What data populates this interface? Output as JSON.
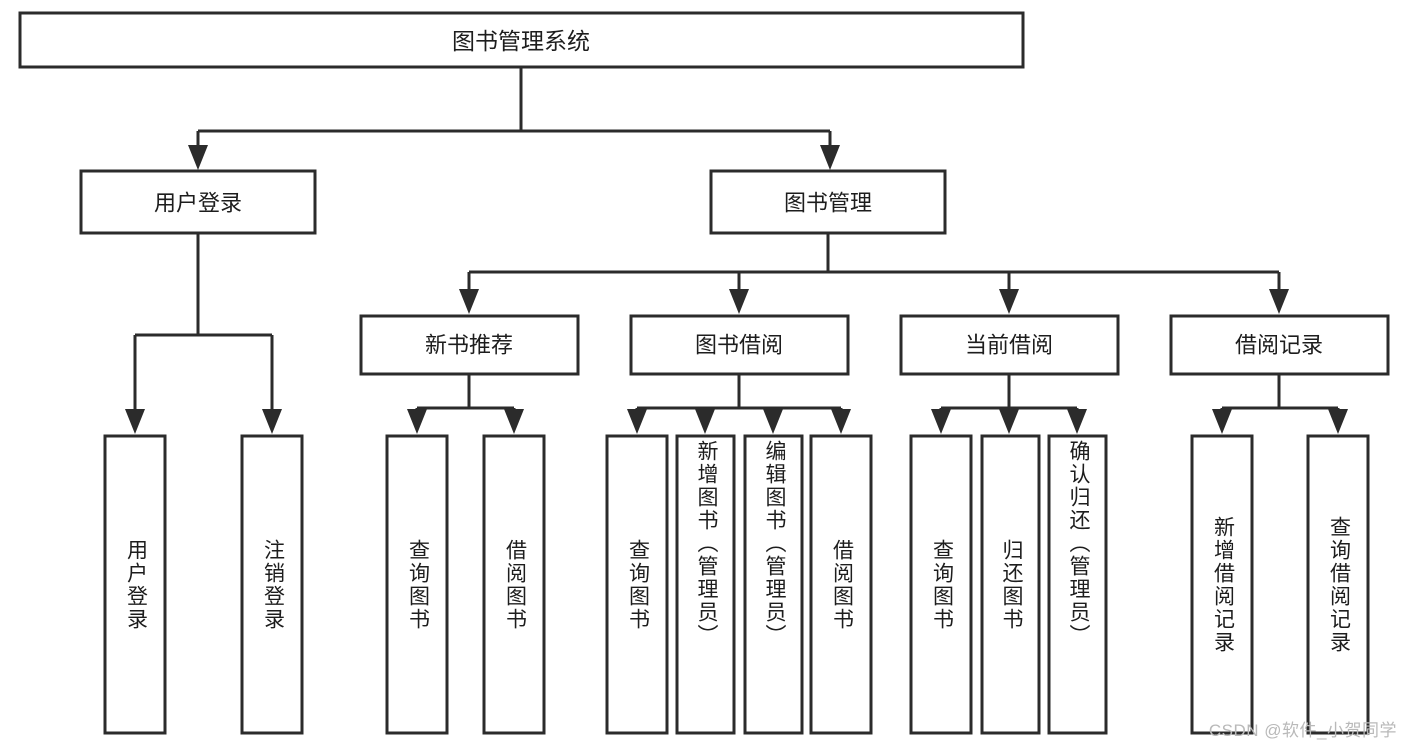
{
  "diagram": {
    "title": "图书管理系统",
    "type": "tree-hierarchy",
    "watermark": "CSDN @软件_小贺同学",
    "colors": {
      "stroke": "#2b2b2b",
      "fill": "#ffffff",
      "text": "#1d1d1d",
      "watermark": "#b9b9b9",
      "background": "#ffffff"
    },
    "levels": {
      "root": {
        "label": "图书管理系统"
      },
      "level2": [
        {
          "label": "用户登录"
        },
        {
          "label": "图书管理"
        }
      ],
      "level3": [
        {
          "label": "新书推荐"
        },
        {
          "label": "图书借阅"
        },
        {
          "label": "当前借阅"
        },
        {
          "label": "借阅记录"
        }
      ],
      "leaves": {
        "user_login": [
          {
            "label": "用户登录"
          },
          {
            "label": "注销登录"
          }
        ],
        "new_book_recommend": [
          {
            "label": "查询图书"
          },
          {
            "label": "借阅图书"
          }
        ],
        "book_borrow": [
          {
            "label": "查询图书"
          },
          {
            "label": "新增图书（管理员）"
          },
          {
            "label": "编辑图书（管理员）"
          },
          {
            "label": "借阅图书"
          }
        ],
        "current_borrow": [
          {
            "label": "查询图书"
          },
          {
            "label": "归还图书"
          },
          {
            "label": "确认归还（管理员）"
          }
        ],
        "borrow_record": [
          {
            "label": "新增借阅记录"
          },
          {
            "label": "查询借阅记录"
          }
        ]
      }
    }
  }
}
